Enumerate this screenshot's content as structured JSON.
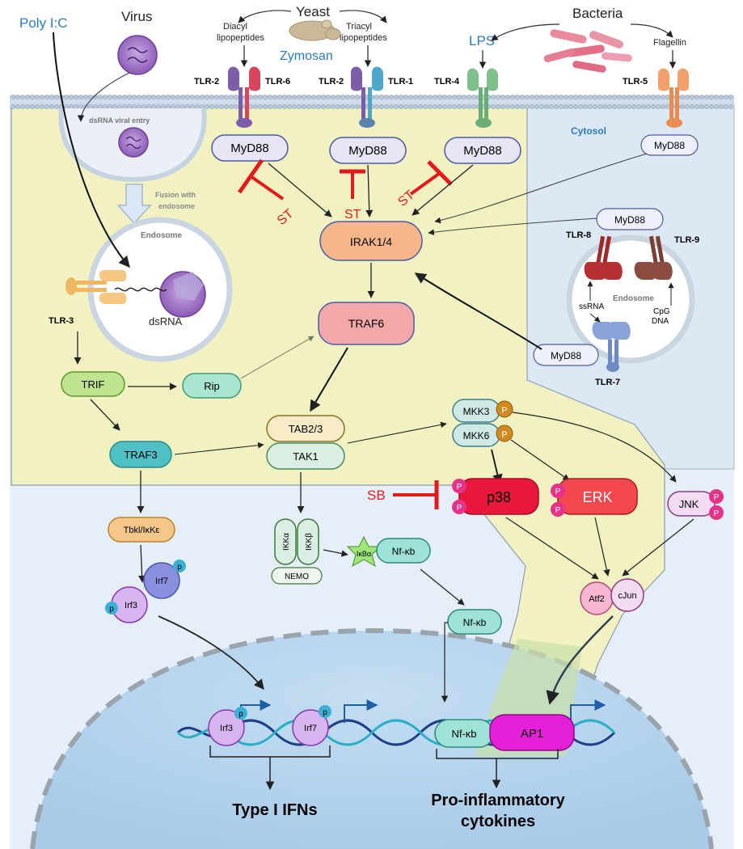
{
  "ligands": {
    "poly_ic": "Poly I:C",
    "virus": "Virus",
    "yeast": "Yeast",
    "zymosan": "Zymosan",
    "diacyl": [
      "Diacyl",
      "lipopeptides"
    ],
    "triacyl": [
      "Triacyl",
      "lipopeptides"
    ],
    "bacteria": "Bacteria",
    "lps": "LPS",
    "flagellin": "Flagellin"
  },
  "receptors": {
    "tlr2a": "TLR-2",
    "tlr6": "TLR-6",
    "tlr2b": "TLR-2",
    "tlr1": "TLR-1",
    "tlr4": "TLR-4",
    "tlr5": "TLR-5",
    "tlr3": "TLR-3",
    "tlr8": "TLR-8",
    "tlr9": "TLR-9",
    "tlr7": "TLR-7"
  },
  "compartments": {
    "cytosol": "Cytosol",
    "dsrna_entry": "dsRNA viral entry",
    "fusion": [
      "Fusion with",
      "endosome"
    ],
    "endosome_left": "Endosome",
    "endosome_right": "Endosome",
    "dsrna": "dsRNA",
    "ssrna": "ssRNA",
    "cpg": [
      "CpG",
      "DNA"
    ]
  },
  "adaptors": {
    "myd88": "MyD88"
  },
  "inhibitors": {
    "st": "ST",
    "sb": "SB"
  },
  "nodes": {
    "irak": "IRAK1/4",
    "traf6": "TRAF6",
    "trif": "TRIF",
    "rip": "Rip",
    "traf3": "TRAF3",
    "tab23": "TAB2/3",
    "tak1": "TAK1",
    "mkk3": "MKK3",
    "mkk6": "MKK6",
    "p38": "p38",
    "erk": "ERK",
    "jnk": "JNK",
    "tbk": "Tbkl/IκKε",
    "irf7": "Irf7",
    "irf3": "Irf3",
    "ikka": "IKKα",
    "ikkb": "IKKβ",
    "nemo": "NEMO",
    "ikba": "IκBα",
    "nfkb": "Nf-κb",
    "atf2": "Atf2",
    "cjun": "cJun",
    "ap1": "AP1",
    "p": "P",
    "p_small": "p"
  },
  "outputs": {
    "type1": "Type I IFNs",
    "proinf": [
      "Pro-inflammatory",
      "cytokines"
    ]
  },
  "colors": {
    "yellow_zone": "#f2f2c4",
    "cytosol_blue": "#e4edf7",
    "nucleus": "#b7d6ee",
    "inhibitor_red": "#e31a1c",
    "ligand_blue": "#2c7bbf"
  }
}
